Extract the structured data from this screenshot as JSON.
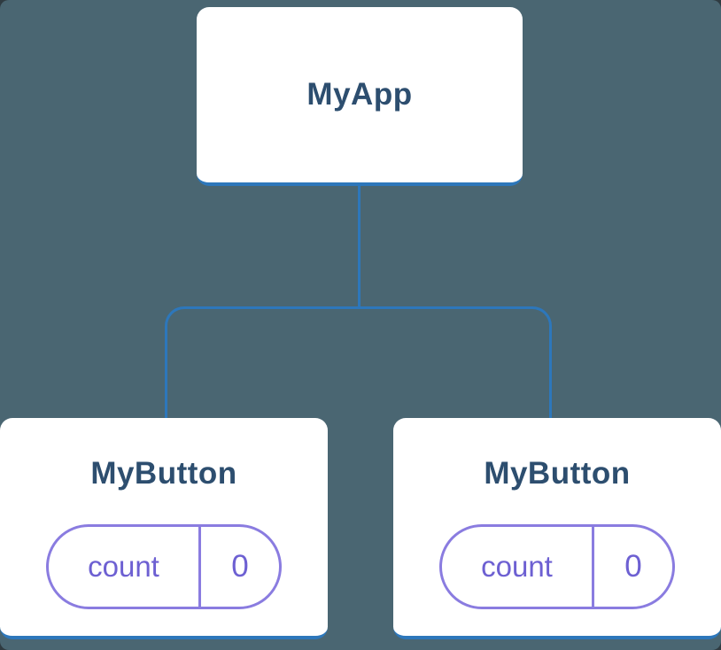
{
  "colors": {
    "background": "#4a6672",
    "card": "#ffffff",
    "connector": "#2d77bb",
    "title": "#2d4e6f",
    "state": "#6d60d2",
    "state-border": "#8a7ce0"
  },
  "tree": {
    "root": {
      "label": "MyApp"
    },
    "children": [
      {
        "label": "MyButton",
        "state": {
          "key": "count",
          "value": "0"
        }
      },
      {
        "label": "MyButton",
        "state": {
          "key": "count",
          "value": "0"
        }
      }
    ]
  }
}
